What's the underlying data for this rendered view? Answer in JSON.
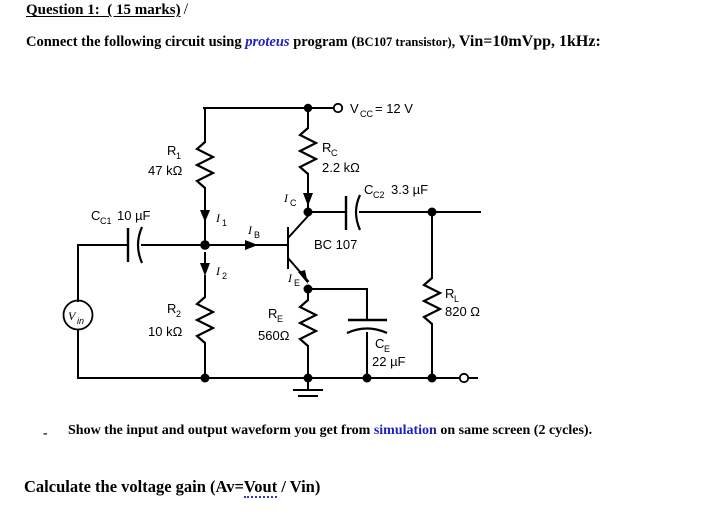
{
  "document": {
    "question_label": "Question 1:",
    "marks": "( 15 marks)",
    "slash": "/",
    "instruction_parts": {
      "p1": "Connect the following circuit using ",
      "proteus": "proteus",
      "p2": " program (",
      "bc107_small": "BC107 transistor)",
      "p3": ", ",
      "spec": "Vin=10mVpp, 1kHz:"
    },
    "bullet_dash": "-",
    "bullet_text_parts": {
      "p1": "Show the input and output waveform you get from ",
      "simulation": "simulation",
      "p2": " on same screen (2 cycles)."
    },
    "last_line_parts": {
      "p1": "Calculate the voltage gain (Av=",
      "vout": "Vout",
      "p2": " / Vin)"
    },
    "accent_blue": "#2020c0",
    "text_black": "#000000"
  },
  "circuit": {
    "title": "BJT voltage-divider bias common-emitter amplifier",
    "supply": {
      "name": "V",
      "sub": "CC",
      "value": "= 12 V"
    },
    "transistor": {
      "label": "BC 107",
      "type": "npn"
    },
    "components": [
      {
        "id": "R1",
        "name": "R",
        "sub": "1",
        "value": "47 kΩ"
      },
      {
        "id": "R2",
        "name": "R",
        "sub": "2",
        "value": "10 kΩ"
      },
      {
        "id": "RC",
        "name": "R",
        "sub": "C",
        "value": "2.2 kΩ"
      },
      {
        "id": "RE",
        "name": "R",
        "sub": "E",
        "value": "560Ω"
      },
      {
        "id": "RL",
        "name": "R",
        "sub": "L",
        "value": "820 Ω"
      },
      {
        "id": "CC1",
        "name": "C",
        "sub": "C1",
        "value": "10 µF"
      },
      {
        "id": "CC2",
        "name": "C",
        "sub": "C2",
        "value": "3.3 µF"
      },
      {
        "id": "CE",
        "name": "C",
        "sub": "E",
        "value": "22 µF"
      }
    ],
    "currents": [
      {
        "id": "I1",
        "name": "I",
        "sub": "1"
      },
      {
        "id": "I2",
        "name": "I",
        "sub": "2"
      },
      {
        "id": "IB",
        "name": "I",
        "sub": "B"
      },
      {
        "id": "IC",
        "name": "I",
        "sub": "C"
      },
      {
        "id": "IE",
        "name": "I",
        "sub": "E"
      }
    ],
    "source": {
      "name": "V",
      "sub": "in"
    }
  }
}
